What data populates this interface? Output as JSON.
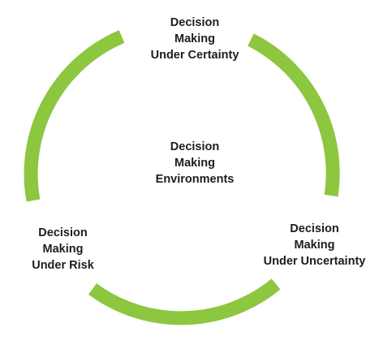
{
  "colors": {
    "ring": "#8dc63f",
    "text": "#1d1d1f",
    "background": "#ffffff"
  },
  "center": {
    "line1": "Decision",
    "line2": "Making",
    "line3": "Environments"
  },
  "nodes": {
    "top": {
      "line1": "Decision",
      "line2": "Making",
      "line3": "Under Certainty"
    },
    "left": {
      "line1": "Decision",
      "line2": "Making",
      "line3": "Under Risk"
    },
    "right": {
      "line1": "Decision",
      "line2": "Making",
      "line3": "Under Uncertainty"
    }
  }
}
